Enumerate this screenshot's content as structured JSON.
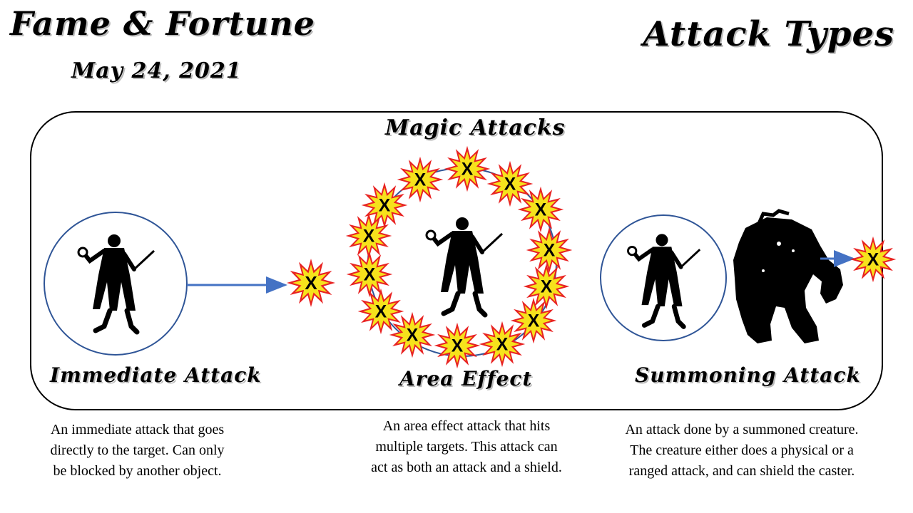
{
  "header": {
    "title": "Fame & Fortune",
    "date": "May 24, 2021",
    "topic": "Attack Types"
  },
  "sections": {
    "magic_title": "Magic Attacks",
    "immediate": {
      "label": "Immediate Attack",
      "description": "An immediate attack that goes directly to the target. Can only be blocked by another object."
    },
    "area": {
      "label": "Area Effect",
      "description": "An area effect attack that hits multiple targets. This attack can act as both an attack and a shield."
    },
    "summoning": {
      "label": "Summoning Attack",
      "description": "An attack done by a summoned creature. The creature either does a physical or a ranged attack, and can shield the caster."
    }
  },
  "burst": {
    "mark": "X",
    "fill_color": "#f6e21c",
    "outline_color": "#e82222"
  },
  "colors": {
    "circle_stroke": "#2f5597",
    "arrow": "#4472c4"
  },
  "icons": {
    "caster": "wizard-caster-silhouette",
    "creature": "summoned-creature-silhouette"
  }
}
